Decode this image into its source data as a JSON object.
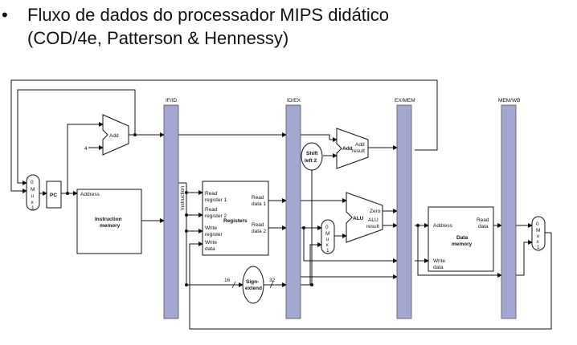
{
  "slide": {
    "bullet": "•",
    "title_line1": "Fluxo de dados do processador MIPS didático",
    "title_line2": "(COD/4e, Patterson & Hennessy)"
  },
  "diagram": {
    "pipeline_registers": [
      "IF/ID",
      "ID/EX",
      "EX/MEM",
      "MEM/WB"
    ],
    "pc": "PC",
    "const_four": "4",
    "adder_if": "Add",
    "adder_ex_top": "Add",
    "adder_ex_bottom": "result",
    "imem_address": "Address",
    "imem_line1": "Instruction",
    "imem_line2": "memory",
    "instruction_label": "Instruction",
    "regs": {
      "read_reg1_a": "Read",
      "read_reg1_b": "register 1",
      "read_reg2_a": "Read",
      "read_reg2_b": "register 2",
      "write_reg_a": "Write",
      "write_reg_b": "register",
      "write_data_a": "Write",
      "write_data_b": "data",
      "name": "Registers",
      "read_data1_a": "Read",
      "read_data1_b": "data 1",
      "read_data2_a": "Read",
      "read_data2_b": "data 2"
    },
    "shift_line1": "Shift",
    "shift_line2": "left 2",
    "alu_name": "ALU",
    "alu_zero": "Zero",
    "alu_result_a": "ALU",
    "alu_result_b": "result",
    "sign_ext_line1": "Sign-",
    "sign_ext_line2": "extend",
    "bits_in": "16",
    "bits_out": "32",
    "dmem": {
      "address": "Address",
      "read_a": "Read",
      "read_b": "data",
      "name_a": "Data",
      "name_b": "memory",
      "write_a": "Write",
      "write_b": "data"
    },
    "mux_letters": [
      "0",
      "M",
      "u",
      "x",
      "1"
    ]
  }
}
